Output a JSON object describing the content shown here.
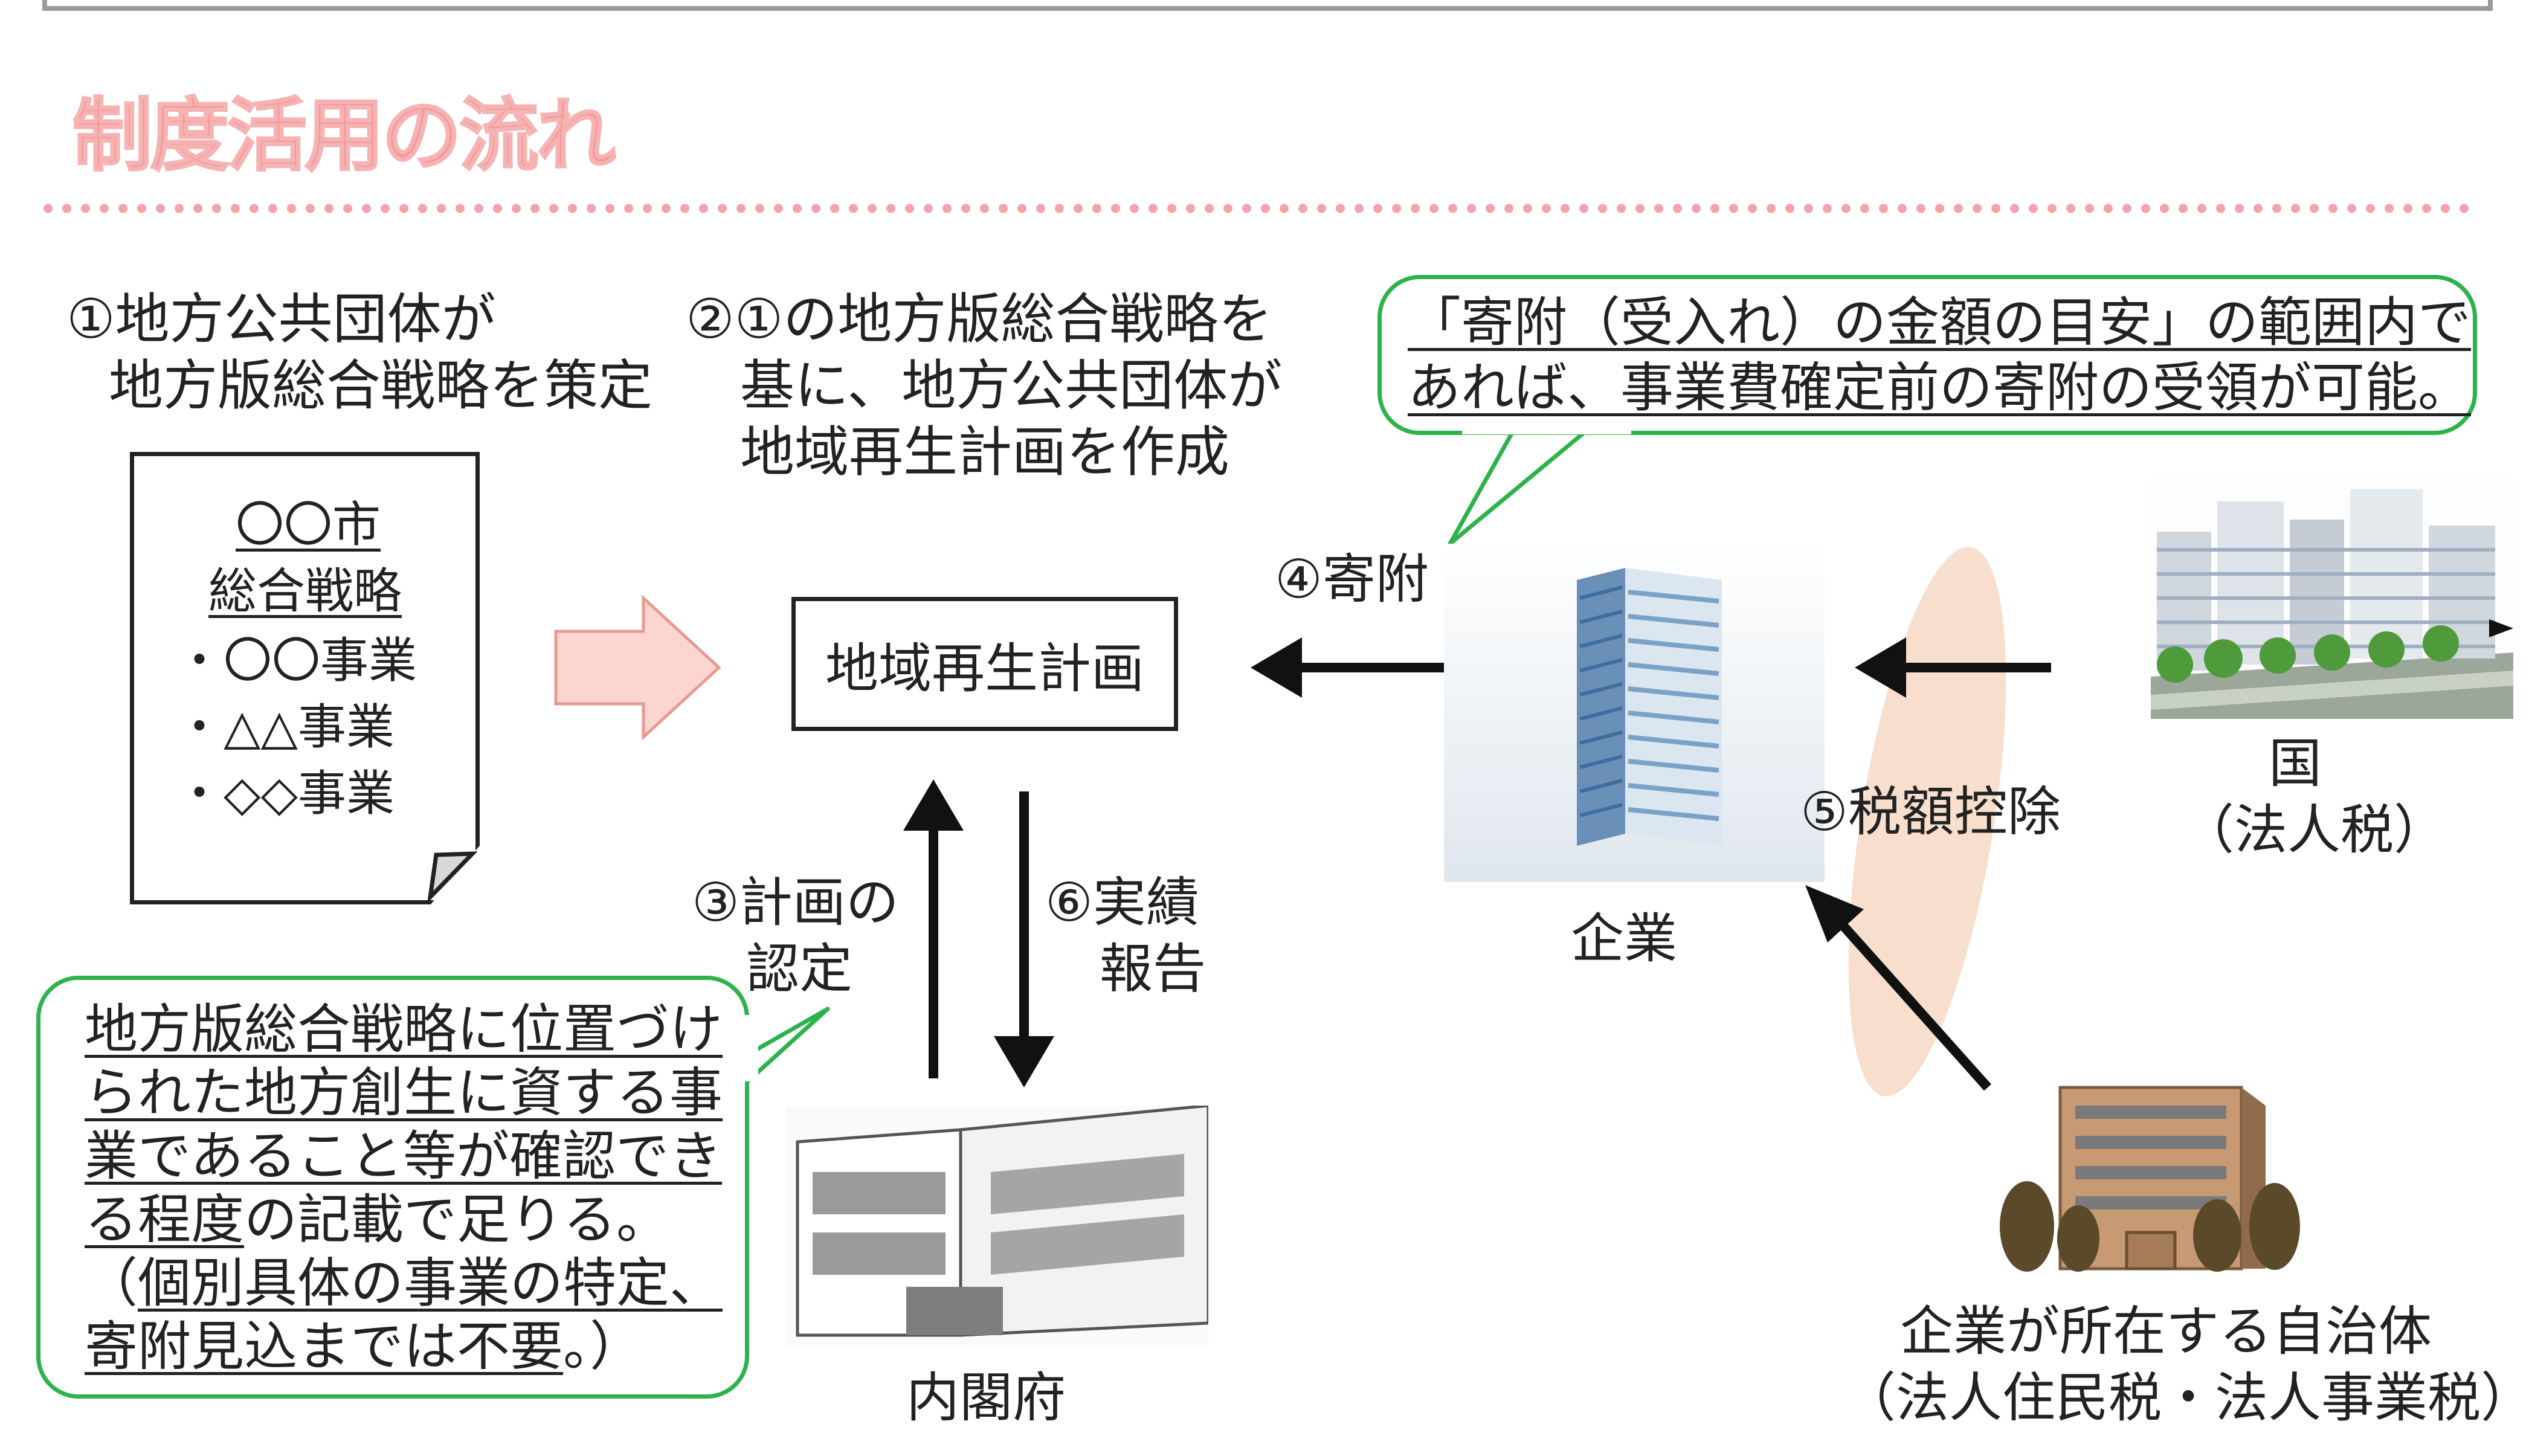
{
  "title": "制度活用の流れ",
  "step1": {
    "line1": "①地方公共団体が",
    "line2": "地方版総合戦略を策定"
  },
  "document": {
    "line1": "〇〇市",
    "line2": "総合戦略",
    "item1": "・〇〇事業",
    "item2": "・△△事業",
    "item3": "・◇◇事業"
  },
  "step2": {
    "line1": "②①の地方版総合戦略を",
    "line2": "基に、地方公共団体が",
    "line3": "地域再生計画を作成"
  },
  "plan_box": "地域再生計画",
  "callout_top": {
    "line1": "「寄附（受入れ）の金額の目安」の範囲内で",
    "line2": "あれば、事業費確定前の寄附の受領が可能。"
  },
  "step4": "④寄附",
  "company": "企業",
  "step5": "⑤税額控除",
  "country": {
    "line1": "国",
    "line2": "（法人税）"
  },
  "step3": {
    "line1": "③計画の",
    "line2": "認定"
  },
  "step6": {
    "line1": "⑥実績",
    "line2": "報告"
  },
  "cabinet": "内閣府",
  "callout_bottom": {
    "line1": "地方版総合戦略に位置づけ",
    "line2": "られた地方創生に資する事",
    "line3": "業であること等が確認でき",
    "line4a": "る程度",
    "line4b": "の記載で足りる。",
    "line5a": "（",
    "line5b": "個別具体の事業の特定、",
    "line6a": "寄附見込までは不要",
    "line6b": "。）"
  },
  "municipality": {
    "line1": "企業が所在する自治体",
    "line2": "（法人住民税・法人事業税）"
  },
  "colors": {
    "title": "#f39a9a",
    "dots": "#f4a3a8",
    "callout_border": "#2db34a",
    "arrow_fill": "#fbd5cf",
    "ellipse": "#f6d8c4"
  },
  "icons": [
    "document-icon",
    "right-block-arrow-icon",
    "office-tower-icon",
    "city-buildings-icon",
    "government-building-icon",
    "municipal-building-icon"
  ]
}
